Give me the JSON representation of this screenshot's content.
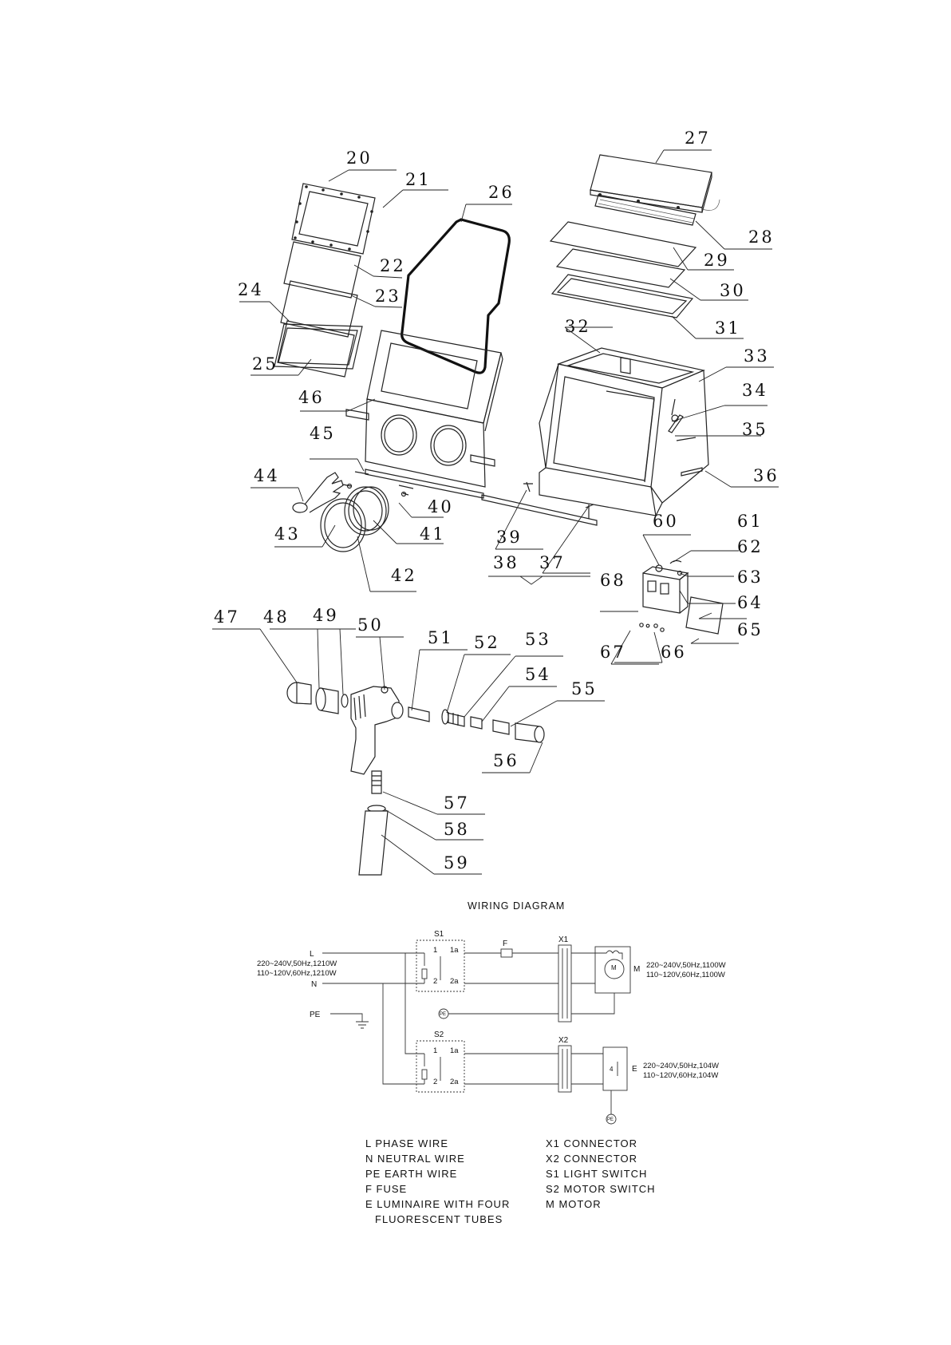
{
  "callouts": [
    {
      "id": "20",
      "text": "20"
    },
    {
      "id": "21",
      "text": "21"
    },
    {
      "id": "22",
      "text": "22"
    },
    {
      "id": "23",
      "text": "23"
    },
    {
      "id": "24",
      "text": "24"
    },
    {
      "id": "25",
      "text": "25"
    },
    {
      "id": "26",
      "text": "26"
    },
    {
      "id": "27",
      "text": "27"
    },
    {
      "id": "28",
      "text": "28"
    },
    {
      "id": "29",
      "text": "29"
    },
    {
      "id": "30",
      "text": "30"
    },
    {
      "id": "31",
      "text": "31"
    },
    {
      "id": "32",
      "text": "32"
    },
    {
      "id": "33",
      "text": "33"
    },
    {
      "id": "34",
      "text": "34"
    },
    {
      "id": "35",
      "text": "35"
    },
    {
      "id": "36",
      "text": "36"
    },
    {
      "id": "37",
      "text": "37"
    },
    {
      "id": "38",
      "text": "38"
    },
    {
      "id": "39",
      "text": "39"
    },
    {
      "id": "40",
      "text": "40"
    },
    {
      "id": "41",
      "text": "41"
    },
    {
      "id": "42",
      "text": "42"
    },
    {
      "id": "43",
      "text": "43"
    },
    {
      "id": "44",
      "text": "44"
    },
    {
      "id": "45",
      "text": "45"
    },
    {
      "id": "46",
      "text": "46"
    },
    {
      "id": "47",
      "text": "47"
    },
    {
      "id": "48",
      "text": "48"
    },
    {
      "id": "49",
      "text": "49"
    },
    {
      "id": "50",
      "text": "50"
    },
    {
      "id": "51",
      "text": "51"
    },
    {
      "id": "52",
      "text": "52"
    },
    {
      "id": "53",
      "text": "53"
    },
    {
      "id": "54",
      "text": "54"
    },
    {
      "id": "55",
      "text": "55"
    },
    {
      "id": "56",
      "text": "56"
    },
    {
      "id": "57",
      "text": "57"
    },
    {
      "id": "58",
      "text": "58"
    },
    {
      "id": "59",
      "text": "59"
    },
    {
      "id": "60",
      "text": "60"
    },
    {
      "id": "61",
      "text": "61"
    },
    {
      "id": "62",
      "text": "62"
    },
    {
      "id": "63",
      "text": "63"
    },
    {
      "id": "64",
      "text": "64"
    },
    {
      "id": "65",
      "text": "65"
    },
    {
      "id": "66",
      "text": "66"
    },
    {
      "id": "67",
      "text": "67"
    },
    {
      "id": "68",
      "text": "68"
    }
  ],
  "wiring": {
    "title": "WIRING DIAGRAM",
    "line_L": "L",
    "line_N": "N",
    "line_PE": "PE",
    "supply_line1": "220~240V,50Hz,1210W",
    "supply_line2": "110~120V,60Hz,1210W",
    "switch1": "S1",
    "switch2": "S2",
    "term_1": "1",
    "term_1a": "1a",
    "term_2": "2",
    "term_2a": "2a",
    "fuse": "F",
    "connector1": "X1",
    "connector2": "X2",
    "motor_symbol": "M",
    "motor_label": "M",
    "motor_line1": "220~240V,50Hz,1100W",
    "motor_line2": "110~120V,60Hz,1100W",
    "lamp_count": "4",
    "lamp_label": "E",
    "lamp_line1": "220~240V,50Hz,104W",
    "lamp_line2": "110~120V,60Hz,104W",
    "pe_badge": "PE"
  },
  "legend": {
    "left": [
      "L PHASE WIRE",
      "N  NEUTRAL WIRE",
      "PE EARTH WIRE",
      "F FUSE",
      "E LUMINAIRE WITH FOUR",
      "FLUORESCENT TUBES"
    ],
    "right": [
      "X1 CONNECTOR",
      "X2 CONNECTOR",
      "S1 LIGHT SWITCH",
      "S2 MOTOR SWITCH",
      "M MOTOR"
    ]
  }
}
